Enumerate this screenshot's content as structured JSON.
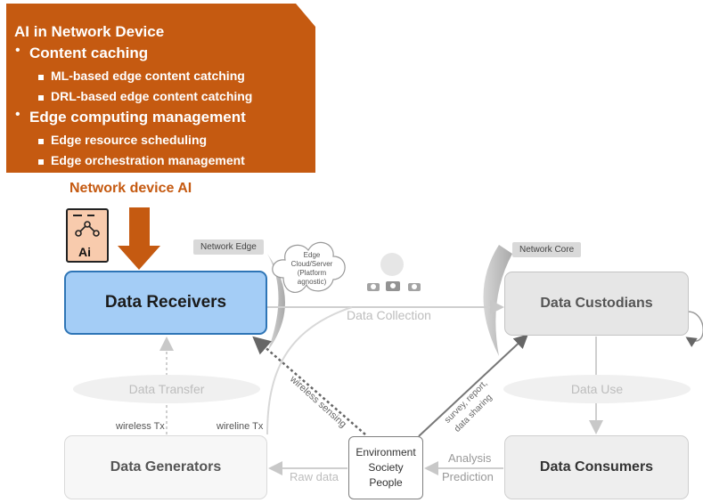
{
  "panel": {
    "heading": "AI in Network Device",
    "item1": "Content caching",
    "item1_sub1": "ML-based edge content catching",
    "item1_sub2": "DRL-based edge content catching",
    "item2": "Edge computing management",
    "item2_sub1": "Edge resource scheduling",
    "item2_sub2": "Edge orchestration management",
    "color": "#c55a11"
  },
  "network_device_label": "Network device AI",
  "ai_icon_text": "Ai",
  "tags": {
    "network_edge": "Network Edge",
    "network_core": "Network Core"
  },
  "cloud": {
    "line1": "Edge",
    "line2": "Cloud/Server",
    "line3": "(Platform",
    "line4": "agnostic)"
  },
  "boxes": {
    "receivers": "Data Receivers",
    "custodians": "Data Custodians",
    "generators": "Data Generators",
    "consumers": "Data Consumers",
    "env_line1": "Environment",
    "env_line2": "Society",
    "env_line3": "People"
  },
  "flows": {
    "data_collection": "Data Collection",
    "data_transfer": "Data Transfer",
    "data_use": "Data Use",
    "wireless_tx": "wireless Tx",
    "wireline_tx": "wireline Tx",
    "raw_data": "Raw data",
    "analysis": "Analysis",
    "prediction": "Prediction",
    "wireless_sensing": "wireless sensing",
    "survey_report": "survey, report,",
    "data_sharing": "data sharing"
  },
  "colors": {
    "receivers_fill": "#a4cdf6",
    "receivers_border": "#2e75b6",
    "arrow_orange": "#c55a11"
  }
}
